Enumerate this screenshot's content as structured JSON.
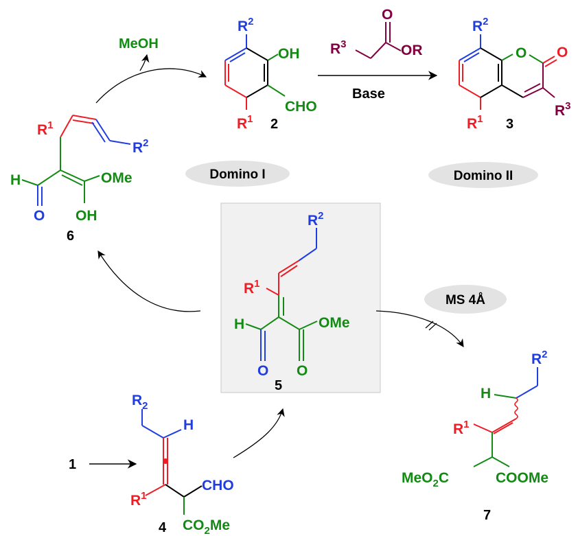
{
  "colors": {
    "red": "#ee1c24",
    "blue": "#1f3de0",
    "green": "#138a13",
    "purple": "#800040",
    "black": "#000000",
    "oval": "#e3e3e3",
    "box_fill": "#f1f1f1",
    "box_stroke": "#c8c8c8"
  },
  "labels": {
    "domino1": "Domino I",
    "domino2": "Domino II",
    "ms": "MS 4Å",
    "base": "Base",
    "meoh": "MeOH"
  },
  "numbers": {
    "c1": "1",
    "c2": "2",
    "c3": "3",
    "c4": "4",
    "c5": "5",
    "c6": "6",
    "c7": "7"
  },
  "atoms": {
    "R": "R",
    "R_sub": "2",
    "R1": "R",
    "R1_sup": "1",
    "R2": "R",
    "R2_sup": "2",
    "R3": "R",
    "R3_sup": "3",
    "OH": "OH",
    "OMe": "OMe",
    "CHO": "CHO",
    "O": "O",
    "OR": "OR",
    "H": "H",
    "CO2Me_a": "CO",
    "CO2Me_sub": "2",
    "CO2Me_b": "Me",
    "MeO2C_a": "MeO",
    "MeO2C_sub": "2",
    "MeO2C_b": "C",
    "COOMe": "COOMe"
  }
}
